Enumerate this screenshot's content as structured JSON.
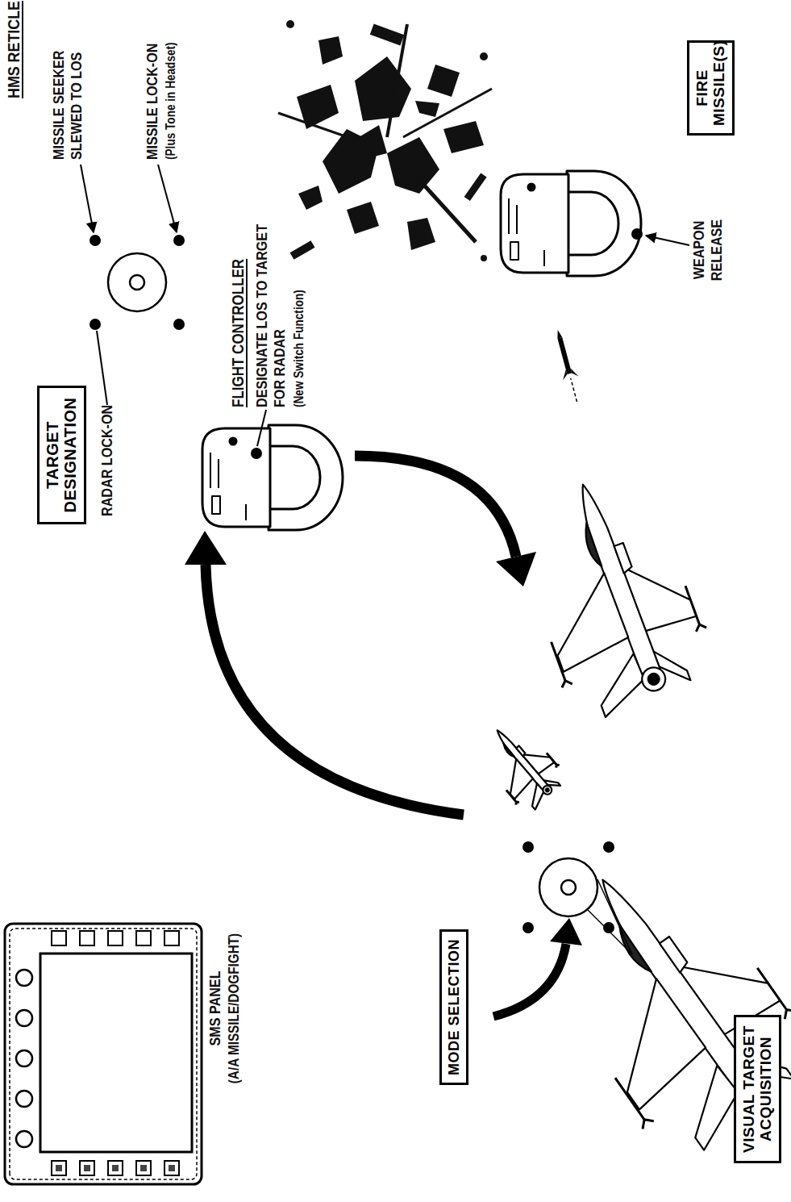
{
  "diagram": {
    "nodes": [
      {
        "text": [
          "MODE SELECTION"
        ]
      },
      {
        "text": [
          "VISUAL TARGET ACQUISITION"
        ]
      },
      {
        "text": [
          "TARGET DESIGNATION"
        ]
      },
      {
        "text": [
          "FIRE MISSILE(S)"
        ]
      }
    ],
    "labels": [
      "SMS PANEL",
      "(A/A MISSILE/DOGFIGHT)",
      "HMS RETICLE",
      "MISSILE SEEKER SLEWED TO LOS",
      "MISSILE LOCK-ON",
      "(Plus Tone in Headset)",
      "RADAR LOCK-ON",
      "FLIGHT CONTROLLER",
      "DESIGNATE LOS TO TARGET FOR RADAR",
      "(New Switch Function)",
      "WEAPON RELEASE"
    ]
  }
}
